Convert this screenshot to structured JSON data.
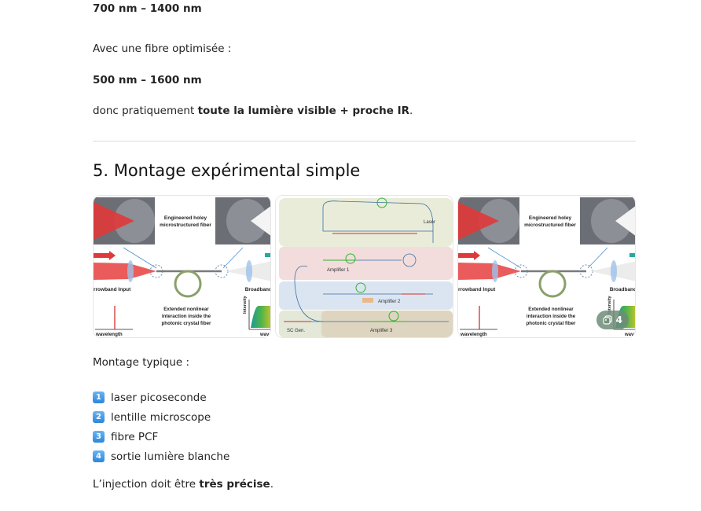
{
  "doc": {
    "range_1": "700 nm – 1400 nm",
    "optimized_intro": "Avec une fibre optimisée :",
    "range_2": "500 nm – 1600 nm",
    "conclusion_prefix": "donc pratiquement ",
    "conclusion_bold": "toute la lumière visible + proche IR",
    "conclusion_suffix": ".",
    "section_title": "5. Montage expérimental simple",
    "setup_intro": "Montage typique :",
    "setup_steps": [
      {
        "num": "1",
        "label": "laser picoseconde"
      },
      {
        "num": "2",
        "label": "lentille microscope"
      },
      {
        "num": "3",
        "label": "fibre PCF"
      },
      {
        "num": "4",
        "label": "sortie lumière blanche"
      }
    ],
    "final_prefix": "L’injection doit être ",
    "final_bold": "très précise",
    "final_suffix": "."
  },
  "gallery": {
    "image_count_badge": "4",
    "badge_icon": "image-stack-icon",
    "images": [
      {
        "subject": "photonic crystal fiber supercontinuum diagram",
        "labels": {
          "top": "Engineered holey microstructured fiber",
          "left": "rrowband Input",
          "right": "Broadband",
          "middle": "Extended nonlinear interaction inside the photonic crystal fiber",
          "x_axis": "wavelength",
          "y_axis": "Intensity",
          "x_axis_right": "wave"
        }
      },
      {
        "subject": "fiber laser amplifier chain schematic",
        "labels": {
          "laser": "Laser",
          "amp1": "Amplifier 1",
          "amp2": "Amplifier 2",
          "amp3": "Amplifier 3",
          "sc": "SC Gen."
        }
      },
      {
        "subject": "photonic crystal fiber supercontinuum diagram (duplicate)",
        "labels": {
          "top": "Engineered holey microstructured fiber",
          "left": "rrowband Input",
          "right": "Broadband",
          "middle": "Extended nonlinear interaction inside the photonic crystal fiber",
          "x_axis": "wavelength",
          "y_axis": "Intensity",
          "x_axis_right": "wave"
        }
      }
    ]
  }
}
